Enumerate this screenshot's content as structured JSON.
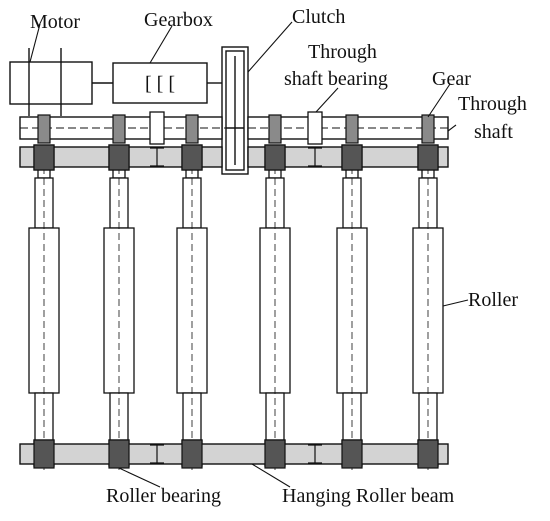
{
  "labels": {
    "motor": "Motor",
    "gearbox": "Gearbox",
    "gearbox_symbol": "[ [ [",
    "clutch": "Clutch",
    "through_shaft_bearing_line1": "Through",
    "through_shaft_bearing_line2": "shaft bearing",
    "gear": "Gear",
    "through_shaft_line1": "Through",
    "through_shaft_line2": "shaft",
    "roller": "Roller",
    "roller_bearing": "Roller bearing",
    "hanging_roller_beam": "Hanging Roller beam"
  },
  "colors": {
    "stroke": "#111111",
    "beam_fill": "#d3d3d3",
    "bearing_fill": "#555555",
    "roller_fill": "#ffffff"
  },
  "structure": {
    "roller_count": 6,
    "top_gear_count": 6,
    "through_shaft_bearing_count": 2
  }
}
